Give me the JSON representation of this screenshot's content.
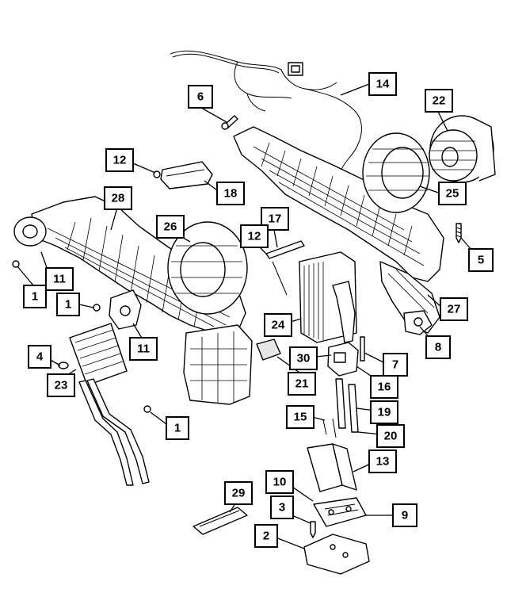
{
  "diagram": {
    "callouts": [
      {
        "id": "c6",
        "label": "6"
      },
      {
        "id": "c14",
        "label": "14"
      },
      {
        "id": "c22",
        "label": "22"
      },
      {
        "id": "c12a",
        "label": "12"
      },
      {
        "id": "c18",
        "label": "18"
      },
      {
        "id": "c25",
        "label": "25"
      },
      {
        "id": "c28",
        "label": "28"
      },
      {
        "id": "c26",
        "label": "26"
      },
      {
        "id": "c17",
        "label": "17"
      },
      {
        "id": "c12b",
        "label": "12"
      },
      {
        "id": "c5",
        "label": "5"
      },
      {
        "id": "c11a",
        "label": "11"
      },
      {
        "id": "c1a",
        "label": "1"
      },
      {
        "id": "c1b",
        "label": "1"
      },
      {
        "id": "c27",
        "label": "27"
      },
      {
        "id": "c24",
        "label": "24"
      },
      {
        "id": "c11b",
        "label": "11"
      },
      {
        "id": "c8",
        "label": "8"
      },
      {
        "id": "c4",
        "label": "4"
      },
      {
        "id": "c30",
        "label": "30"
      },
      {
        "id": "c7",
        "label": "7"
      },
      {
        "id": "c23",
        "label": "23"
      },
      {
        "id": "c21",
        "label": "21"
      },
      {
        "id": "c16",
        "label": "16"
      },
      {
        "id": "c19",
        "label": "19"
      },
      {
        "id": "c15",
        "label": "15"
      },
      {
        "id": "c1c",
        "label": "1"
      },
      {
        "id": "c20",
        "label": "20"
      },
      {
        "id": "c13",
        "label": "13"
      },
      {
        "id": "c10",
        "label": "10"
      },
      {
        "id": "c29",
        "label": "29"
      },
      {
        "id": "c3",
        "label": "3"
      },
      {
        "id": "c9",
        "label": "9"
      },
      {
        "id": "c2",
        "label": "2"
      }
    ]
  }
}
